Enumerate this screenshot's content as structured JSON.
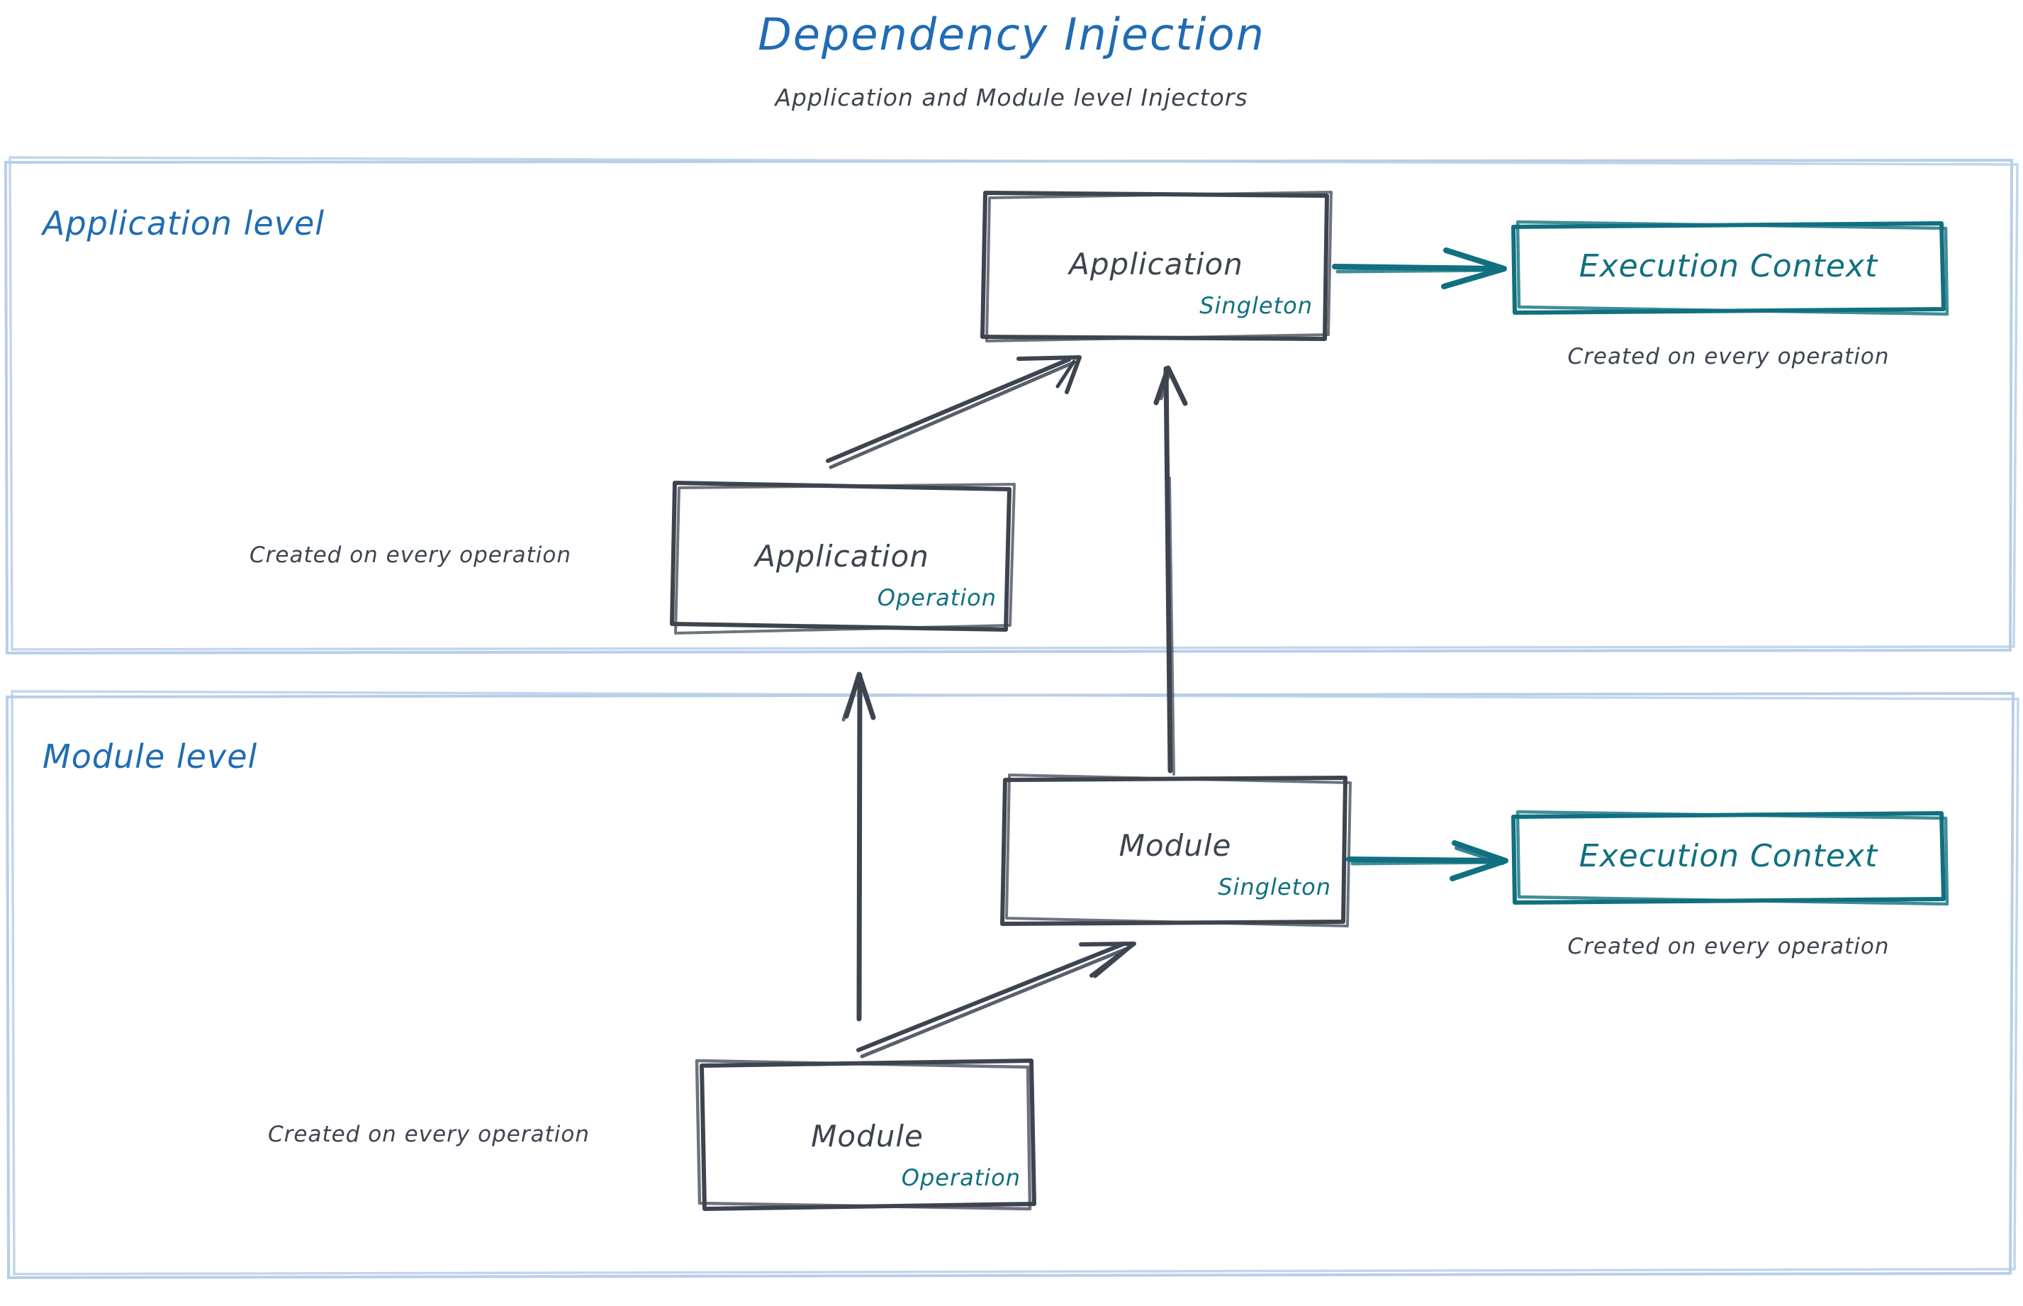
{
  "header": {
    "title": "Dependency Injection",
    "subtitle": "Application and Module level Injectors"
  },
  "colors": {
    "title_blue": "#1f6cb4",
    "panel_border_blue": "#b7cfe8",
    "node_stroke_gray": "#3d4450",
    "accent_teal": "#10707f",
    "text_gray": "#3d4450",
    "background": "#ffffff"
  },
  "panels": [
    {
      "id": "application-level",
      "label": "Application level",
      "nodes": [
        {
          "id": "application-singleton",
          "title": "Application",
          "scope": "Singleton",
          "style": "gray-box"
        },
        {
          "id": "application-execution-context",
          "title": "Execution Context",
          "scope": "",
          "style": "teal-box",
          "caption": "Created on every operation"
        },
        {
          "id": "application-operation",
          "title": "Application",
          "scope": "Operation",
          "style": "gray-box",
          "caption": "Created on every operation"
        }
      ]
    },
    {
      "id": "module-level",
      "label": "Module level",
      "nodes": [
        {
          "id": "module-singleton",
          "title": "Module",
          "scope": "Singleton",
          "style": "gray-box"
        },
        {
          "id": "module-execution-context",
          "title": "Execution Context",
          "scope": "",
          "style": "teal-box",
          "caption": "Created on every operation"
        },
        {
          "id": "module-operation",
          "title": "Module",
          "scope": "Operation",
          "style": "gray-box",
          "caption": "Created on every operation"
        }
      ]
    }
  ],
  "edges": [
    {
      "id": "app-singleton-to-exec-context",
      "from": "application-singleton",
      "to": "application-execution-context",
      "color": "#10707f",
      "shape": "horizontal"
    },
    {
      "id": "app-operation-to-app-singleton",
      "from": "application-operation",
      "to": "application-singleton",
      "color": "#3d4450",
      "shape": "diagonal"
    },
    {
      "id": "module-singleton-to-app-singleton",
      "from": "module-singleton",
      "to": "application-singleton",
      "color": "#3d4450",
      "shape": "vertical"
    },
    {
      "id": "module-singleton-to-exec-context",
      "from": "module-singleton",
      "to": "module-execution-context",
      "color": "#10707f",
      "shape": "horizontal"
    },
    {
      "id": "module-operation-to-module-singleton",
      "from": "module-operation",
      "to": "module-singleton",
      "color": "#3d4450",
      "shape": "diagonal"
    },
    {
      "id": "module-operation-to-app-operation",
      "from": "module-operation",
      "to": "application-operation",
      "color": "#3d4450",
      "shape": "vertical"
    }
  ],
  "captions": {
    "application_operation_caption": "Created on every operation",
    "application_exec_caption": "Created on every operation",
    "module_operation_caption": "Created on every operation",
    "module_exec_caption": "Created on every operation"
  }
}
